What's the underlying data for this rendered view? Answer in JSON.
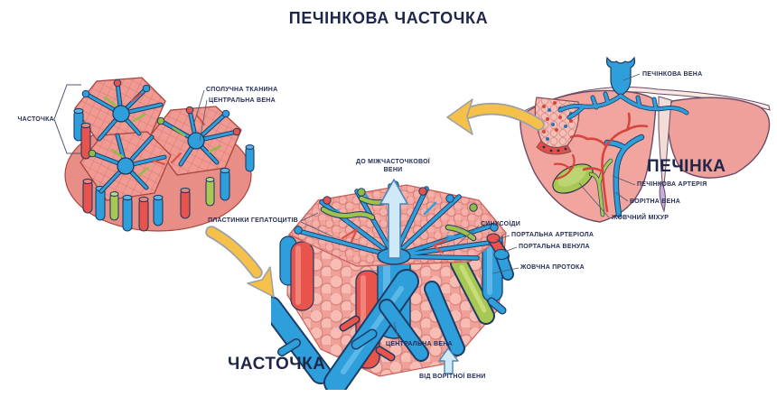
{
  "title": "ПЕЧІНКОВА ЧАСТОЧКА",
  "colors": {
    "text_navy": "#1e2749",
    "vein_blue": "#2e9fdb",
    "artery_red": "#e8544b",
    "bile_green": "#a9c853",
    "tissue_pink": "#f2a49d",
    "arrow_yellow": "#f6c14a",
    "flow_arrow_blue": "#cfe9f7"
  },
  "left_diagram": {
    "lobule": "ЧАСТОЧКА",
    "connective_tissue": "СПОЛУЧНА ТКАНИНА",
    "central_vein": "ЦЕНТРАЛЬНА ВЕНА"
  },
  "center_diagram": {
    "caption": "ЧАСТОЧКА",
    "to_interlobular_vein": "ДО МІЖЧАСТОЧКОВОЇ ВЕНИ",
    "hepatocyte_plates": "ПЛАСТИНКИ ГЕПАТОЦИТІВ",
    "sinusoids": "СИНУСОЇДИ",
    "portal_arteriole": "ПОРТАЛЬНА АРТЕРІОЛА",
    "portal_venule": "ПОРТАЛЬНА ВЕНУЛА",
    "bile_duct": "ЖОВЧНА ПРОТОКА",
    "central_vein": "ЦЕНТРАЛЬНА ВЕНА",
    "from_portal_vein": "ВІД ВОРІТНОЇ ВЕНИ"
  },
  "right_diagram": {
    "caption": "ПЕЧІНКА",
    "hepatic_vein": "ПЕЧІНКОВА ВЕНА",
    "hepatic_artery": "ПЕЧІНКОВА АРТЕРІЯ",
    "portal_vein": "ВОРІТНА ВЕНА",
    "gallbladder": "ЖОВЧНИЙ МІХУР"
  }
}
